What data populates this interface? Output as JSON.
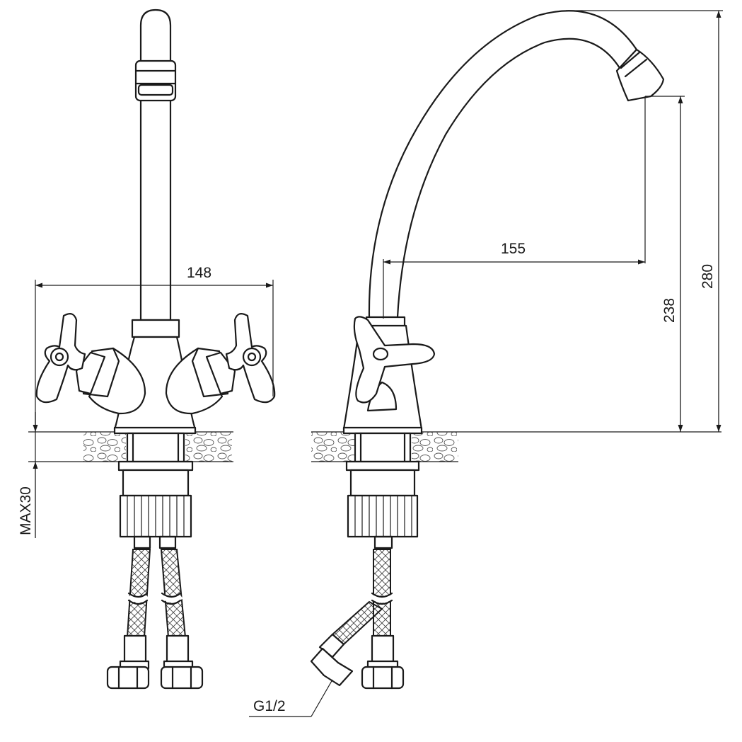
{
  "dimensions": {
    "width": "148",
    "reach": "155",
    "outlet_height": "238",
    "total_height": "280",
    "max_thickness": "MAX30",
    "thread": "G1/2"
  },
  "colors": {
    "stroke": "#1a1a1a",
    "background": "#ffffff"
  }
}
